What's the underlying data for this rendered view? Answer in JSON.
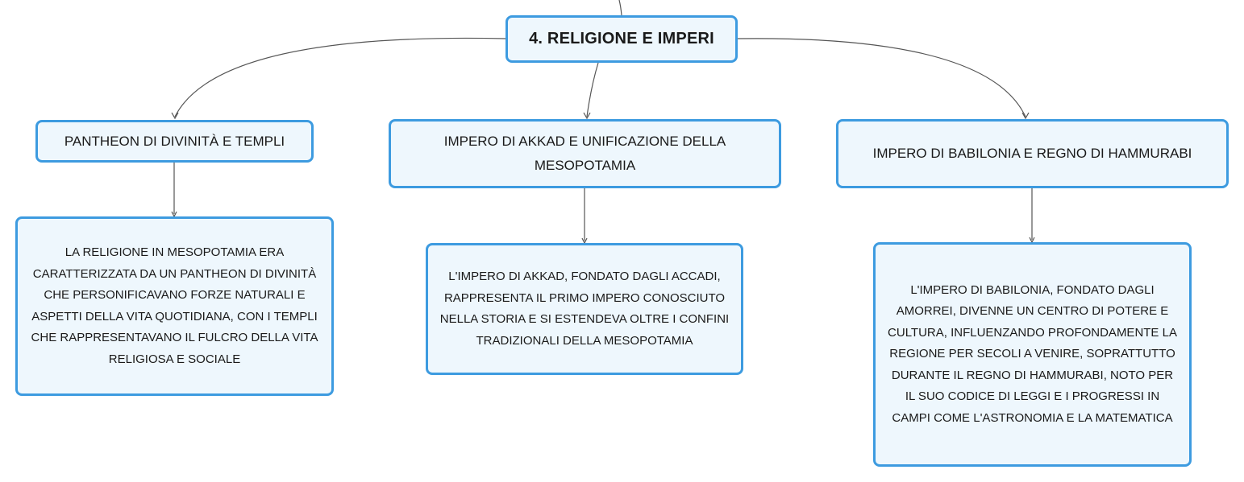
{
  "root": {
    "label": "4. RELIGIONE E IMPERI"
  },
  "topics": [
    {
      "label": "PANTHEON DI DIVINITÀ E TEMPLI",
      "detail": "LA RELIGIONE IN MESOPOTAMIA ERA CARATTERIZZATA DA UN PANTHEON DI DIVINITÀ CHE PERSONIFICAVANO FORZE NATURALI E ASPETTI DELLA VITA QUOTIDIANA, CON I TEMPLI CHE RAPPRESENTAVANO IL FULCRO DELLA VITA RELIGIOSA E SOCIALE"
    },
    {
      "label": "IMPERO DI AKKAD E UNIFICAZIONE DELLA MESOPOTAMIA",
      "detail": "L'IMPERO DI AKKAD, FONDATO DAGLI ACCADI, RAPPRESENTA IL PRIMO IMPERO CONOSCIUTO NELLA STORIA E SI ESTENDEVA OLTRE I CONFINI TRADIZIONALI DELLA MESOPOTAMIA"
    },
    {
      "label": "IMPERO DI BABILONIA E REGNO DI HAMMURABI",
      "detail": "L'IMPERO DI BABILONIA, FONDATO DAGLI AMORREI, DIVENNE UN CENTRO DI POTERE E CULTURA, INFLUENZANDO PROFONDAMENTE LA REGIONE PER SECOLI A VENIRE, SOPRATTUTTO DURANTE IL REGNO DI HAMMURABI, NOTO PER IL SUO CODICE DI LEGGI E I PROGRESSI IN CAMPI COME L'ASTRONOMIA E LA MATEMATICA"
    }
  ],
  "colors": {
    "node_border": "#3d9be0",
    "node_fill": "#eef7fd",
    "connector": "#555555"
  }
}
